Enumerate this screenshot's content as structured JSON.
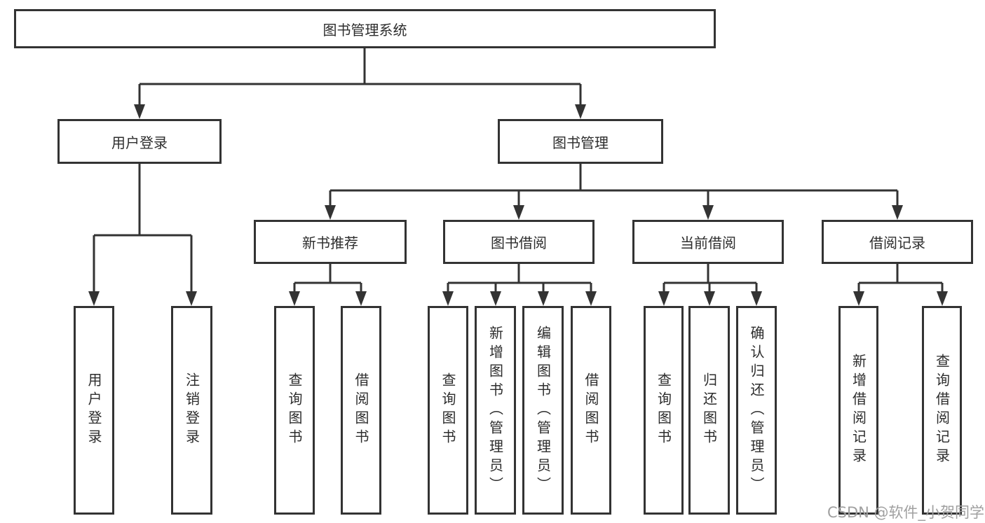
{
  "tree": {
    "root": {
      "label": "图书管理系统"
    },
    "level2": [
      {
        "label": "用户登录",
        "children": [
          {
            "label": "用户登录"
          },
          {
            "label": "注销登录"
          }
        ]
      },
      {
        "label": "图书管理",
        "children": [
          {
            "label": "新书推荐",
            "children": [
              {
                "label": "查询图书"
              },
              {
                "label": "借阅图书"
              }
            ]
          },
          {
            "label": "图书借阅",
            "children": [
              {
                "label": "查询图书"
              },
              {
                "label": "新增图书（管理员）"
              },
              {
                "label": "编辑图书（管理员）"
              },
              {
                "label": "借阅图书"
              }
            ]
          },
          {
            "label": "当前借阅",
            "children": [
              {
                "label": "查询图书"
              },
              {
                "label": "归还图书"
              },
              {
                "label": "确认归还（管理员）"
              }
            ]
          },
          {
            "label": "借阅记录",
            "children": [
              {
                "label": "新增借阅记录"
              },
              {
                "label": "查询借阅记录"
              }
            ]
          }
        ]
      }
    ]
  },
  "watermark": {
    "text": "CSDN @软件_小贺同学"
  },
  "colors": {
    "line": "#333333",
    "text": "#2d2d2d",
    "background": "#ffffff",
    "watermark": "#a0a0a0"
  }
}
